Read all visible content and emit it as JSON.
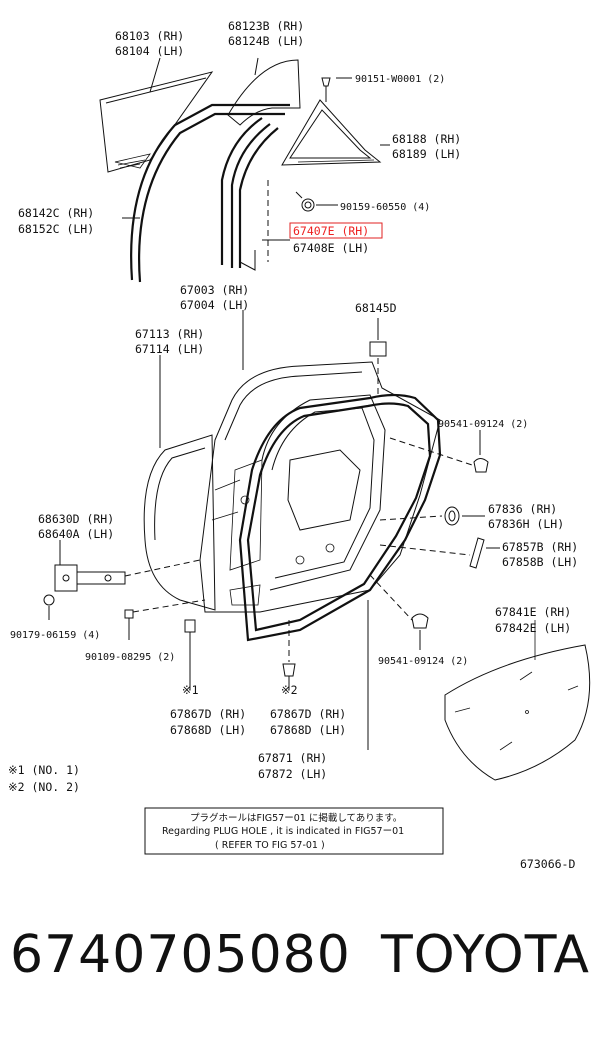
{
  "labels": {
    "l68103": "68103 (RH)",
    "l68104": "68104 (LH)",
    "l68123b": "68123B (RH)",
    "l68124b": "68124B (LH)",
    "l90151": "90151-W0001 (2)",
    "l68188": "68188 (RH)",
    "l68189": "68189 (LH)",
    "l90159": "90159-60550 (4)",
    "l68142c": "68142C (RH)",
    "l68152c": "68152C (LH)",
    "l67407e": "67407E (RH)",
    "l67408e": "67408E (LH)",
    "l67003": "67003 (RH)",
    "l67004": "67004 (LH)",
    "l67113": "67113 (RH)",
    "l67114": "67114 (LH)",
    "l68145d": "68145D",
    "l90541a": "90541-09124 (2)",
    "l67836": "67836  (RH)",
    "l67836h": "67836H (LH)",
    "l68630d": "68630D (RH)",
    "l68640a": "68640A (LH)",
    "l67857b": "67857B (RH)",
    "l67858b": "67858B (LH)",
    "l90179": "90179-06159 (4)",
    "l90109": "90109-08295 (2)",
    "l67841e": "67841E (RH)",
    "l67842e": "67842E (LH)",
    "l90541b": "90541-09124 (2)",
    "mark1": "※1",
    "mark2": "※2",
    "l67867d_a": "67867D (RH)",
    "l67868d_a": "67868D (LH)",
    "l67867d_b": "67867D (RH)",
    "l67868d_b": "67868D (LH)",
    "l67871": "67871 (RH)",
    "l67872": "67872 (LH)",
    "legend1": "※1  (NO. 1)",
    "legend2": "※2  (NO. 2)",
    "fig_code": "673066-D"
  },
  "note": {
    "jp": "プラグホールはFIG57ー01 に掲載してあります。",
    "en": "Regarding PLUG HOLE , it is indicated in FIG57ー01",
    "ref": "( REFER TO FIG 57-01 )"
  },
  "highlight_color": "#e22222",
  "footer": {
    "part_number": "6740705080",
    "brand": "TOYOTA"
  }
}
